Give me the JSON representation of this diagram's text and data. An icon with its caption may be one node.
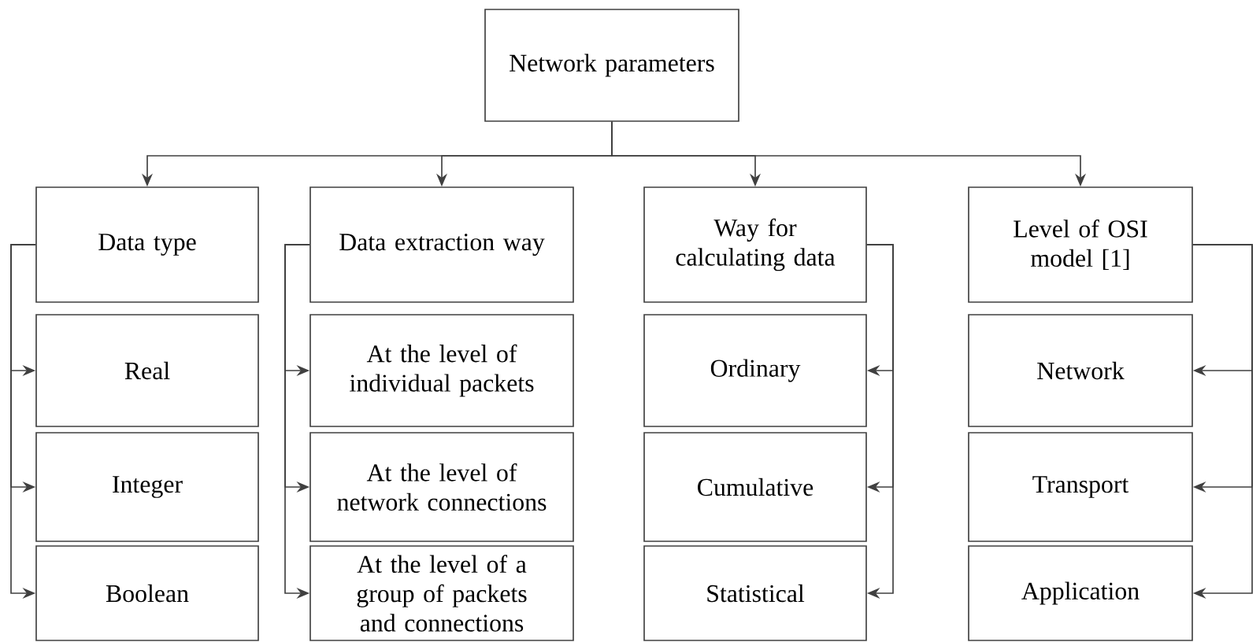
{
  "diagram": {
    "nodes": [
      {
        "text": [
          "Network parameters"
        ]
      },
      {
        "text": [
          "Data type"
        ]
      },
      {
        "text": [
          "Real"
        ]
      },
      {
        "text": [
          "Integer"
        ]
      },
      {
        "text": [
          "Boolean"
        ]
      },
      {
        "text": [
          "Data extraction way"
        ]
      },
      {
        "text": [
          "At the level of individual packets"
        ]
      },
      {
        "text": [
          "At the level of network connections"
        ]
      },
      {
        "text": [
          "At the level of a group of packets and connections"
        ]
      },
      {
        "text": [
          "Way for calculating data"
        ]
      },
      {
        "text": [
          "Ordinary"
        ]
      },
      {
        "text": [
          "Cumulative"
        ]
      },
      {
        "text": [
          "Statistical"
        ]
      },
      {
        "text": [
          "Level of OSI model [1]"
        ]
      },
      {
        "text": [
          "Network"
        ]
      },
      {
        "text": [
          "Transport"
        ]
      },
      {
        "text": [
          "Application"
        ]
      }
    ],
    "edges": [
      {
        "from": 0,
        "to": 1,
        "arrow": "to"
      },
      {
        "from": 0,
        "to": 5,
        "arrow": "to"
      },
      {
        "from": 0,
        "to": 9,
        "arrow": "to"
      },
      {
        "from": 0,
        "to": 13,
        "arrow": "to"
      },
      {
        "from": 1,
        "to": 2,
        "arrow": "to"
      },
      {
        "from": 1,
        "to": 3,
        "arrow": "to"
      },
      {
        "from": 1,
        "to": 4,
        "arrow": "to"
      },
      {
        "from": 5,
        "to": 6,
        "arrow": "to"
      },
      {
        "from": 5,
        "to": 7,
        "arrow": "to"
      },
      {
        "from": 5,
        "to": 8,
        "arrow": "to"
      },
      {
        "from": 9,
        "to": 10,
        "arrow": "to"
      },
      {
        "from": 9,
        "to": 11,
        "arrow": "to"
      },
      {
        "from": 9,
        "to": 12,
        "arrow": "to"
      },
      {
        "from": 13,
        "to": 14,
        "arrow": "to"
      },
      {
        "from": 13,
        "to": 15,
        "arrow": "to"
      },
      {
        "from": 13,
        "to": 16,
        "arrow": "to"
      }
    ]
  }
}
